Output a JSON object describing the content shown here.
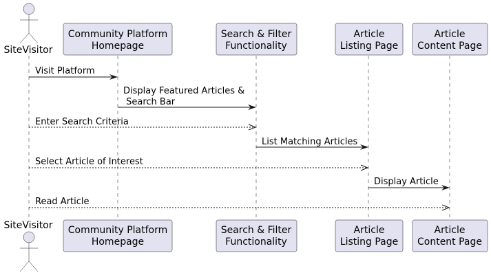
{
  "diagram": {
    "participants": [
      {
        "id": "visitor",
        "kind": "actor",
        "label": "SiteVisitor"
      },
      {
        "id": "homepage",
        "kind": "box",
        "label_lines": [
          "Community Platform",
          "Homepage"
        ]
      },
      {
        "id": "search",
        "kind": "box",
        "label_lines": [
          "Search & Filter",
          "Functionality"
        ]
      },
      {
        "id": "listing",
        "kind": "box",
        "label_lines": [
          "Article",
          "Listing Page"
        ]
      },
      {
        "id": "content",
        "kind": "box",
        "label_lines": [
          "Article",
          "Content Page"
        ]
      }
    ],
    "messages": [
      {
        "from": "visitor",
        "to": "homepage",
        "style": "solid",
        "label_lines": [
          "Visit Platform"
        ]
      },
      {
        "from": "homepage",
        "to": "search",
        "style": "solid",
        "label_lines": [
          "Display Featured Articles &",
          " Search Bar"
        ]
      },
      {
        "from": "visitor",
        "to": "search",
        "style": "dashed",
        "label_lines": [
          "Enter Search Criteria"
        ]
      },
      {
        "from": "search",
        "to": "listing",
        "style": "solid",
        "label_lines": [
          "List Matching Articles"
        ]
      },
      {
        "from": "visitor",
        "to": "listing",
        "style": "dashed",
        "label_lines": [
          "Select Article of Interest"
        ]
      },
      {
        "from": "listing",
        "to": "content",
        "style": "solid",
        "label_lines": [
          "Display Article"
        ]
      },
      {
        "from": "visitor",
        "to": "content",
        "style": "dashed",
        "label_lines": [
          "Read Article"
        ]
      }
    ]
  }
}
